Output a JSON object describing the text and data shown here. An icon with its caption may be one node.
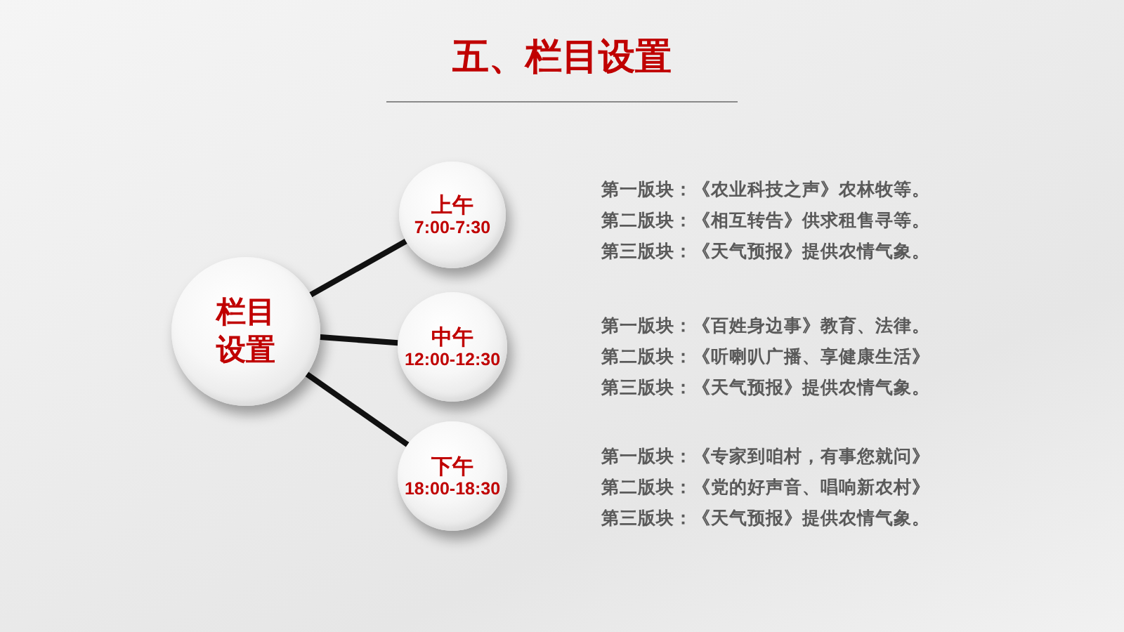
{
  "diagram": {
    "title": "五、栏目设置",
    "nodes": [
      {
        "text": [
          "栏目设置"
        ]
      },
      {
        "text": [
          "上午",
          "7:00-7:30"
        ],
        "beside": [
          "第一版块：《农业科技之声》农林牧等。",
          "第二版块：《相互转告》供求租售寻等。",
          "第三版块：《天气预报》提供农情气象。"
        ]
      },
      {
        "text": [
          "中午",
          "12:00-12:30"
        ],
        "beside": [
          "第一版块：《百姓身边事》教育、法律。",
          "第二版块：《听喇叭广播、享健康生活》",
          "第三版块：《天气预报》提供农情气象。"
        ]
      },
      {
        "text": [
          "下午",
          "18:00-18:30"
        ],
        "beside": [
          "第一版块：《专家到咱村，有事您就问》",
          "第二版块：《党的好声音、唱响新农村》",
          "第三版块：《天气预报》提供农情气象。"
        ]
      }
    ],
    "edges": [
      {
        "from": 0,
        "to": 1,
        "arrow": "none"
      },
      {
        "from": 0,
        "to": 2,
        "arrow": "none"
      },
      {
        "from": 0,
        "to": 3,
        "arrow": "none"
      }
    ]
  }
}
